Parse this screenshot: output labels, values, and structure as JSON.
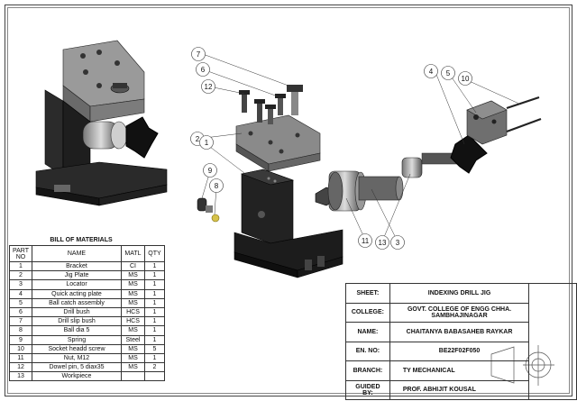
{
  "bom": {
    "title": "BILL OF MATERIALS",
    "headers": {
      "part_no_line1": "PART",
      "part_no_line2": "NO",
      "name": "NAME",
      "matl": "MATL",
      "qty": "QTY"
    },
    "rows": [
      {
        "no": "1",
        "name": "Bracket",
        "matl": "CI",
        "qty": "1"
      },
      {
        "no": "2",
        "name": "Jig Plate",
        "matl": "MS",
        "qty": "1"
      },
      {
        "no": "3",
        "name": "Locator",
        "matl": "MS",
        "qty": "1"
      },
      {
        "no": "4",
        "name": "Quick acting plate",
        "matl": "MS",
        "qty": "1"
      },
      {
        "no": "5",
        "name": "Ball catch assembly",
        "matl": "MS",
        "qty": "1"
      },
      {
        "no": "6",
        "name": "Drill bush",
        "matl": "HCS",
        "qty": "1"
      },
      {
        "no": "7",
        "name": "Drill slip bush",
        "matl": "HCS",
        "qty": "1"
      },
      {
        "no": "8",
        "name": "Ball dia 5",
        "matl": "MS",
        "qty": "1"
      },
      {
        "no": "9",
        "name": "Spring",
        "matl": "Steel",
        "qty": "1"
      },
      {
        "no": "10",
        "name": "Socket headd screw",
        "matl": "MS",
        "qty": "5"
      },
      {
        "no": "11",
        "name": "Nut, M12",
        "matl": "MS",
        "qty": "1"
      },
      {
        "no": "12",
        "name": "Dowel pin, 5 diax35",
        "matl": "MS",
        "qty": "2"
      },
      {
        "no": "13",
        "name": "Workpiece",
        "matl": "",
        "qty": ""
      }
    ]
  },
  "title_block": {
    "sheet_label": "SHEET:",
    "sheet": "INDEXING DRILL JIG",
    "college_label": "COLLEGE:",
    "college": "GOVT. COLLEGE OF ENGG CHHA. SAMBHAJINAGAR",
    "name_label": "NAME:",
    "name": "CHAITANYA BABASAHEB RAYKAR",
    "en_label": "EN. NO:",
    "en": "BE22F02F050",
    "branch_label": "BRANCH:",
    "branch": "TY MECHANICAL",
    "guided_label": "GUIDED BY:",
    "guided": "PROF. ABHIJIT KOUSAL"
  },
  "balloons": {
    "b7": "7",
    "b6": "6",
    "b12": "12",
    "b2": "2",
    "b1": "1",
    "b9": "9",
    "b8": "8",
    "b4": "4",
    "b5": "5",
    "b10": "10",
    "b11": "11",
    "b13": "13",
    "b3": "3"
  }
}
